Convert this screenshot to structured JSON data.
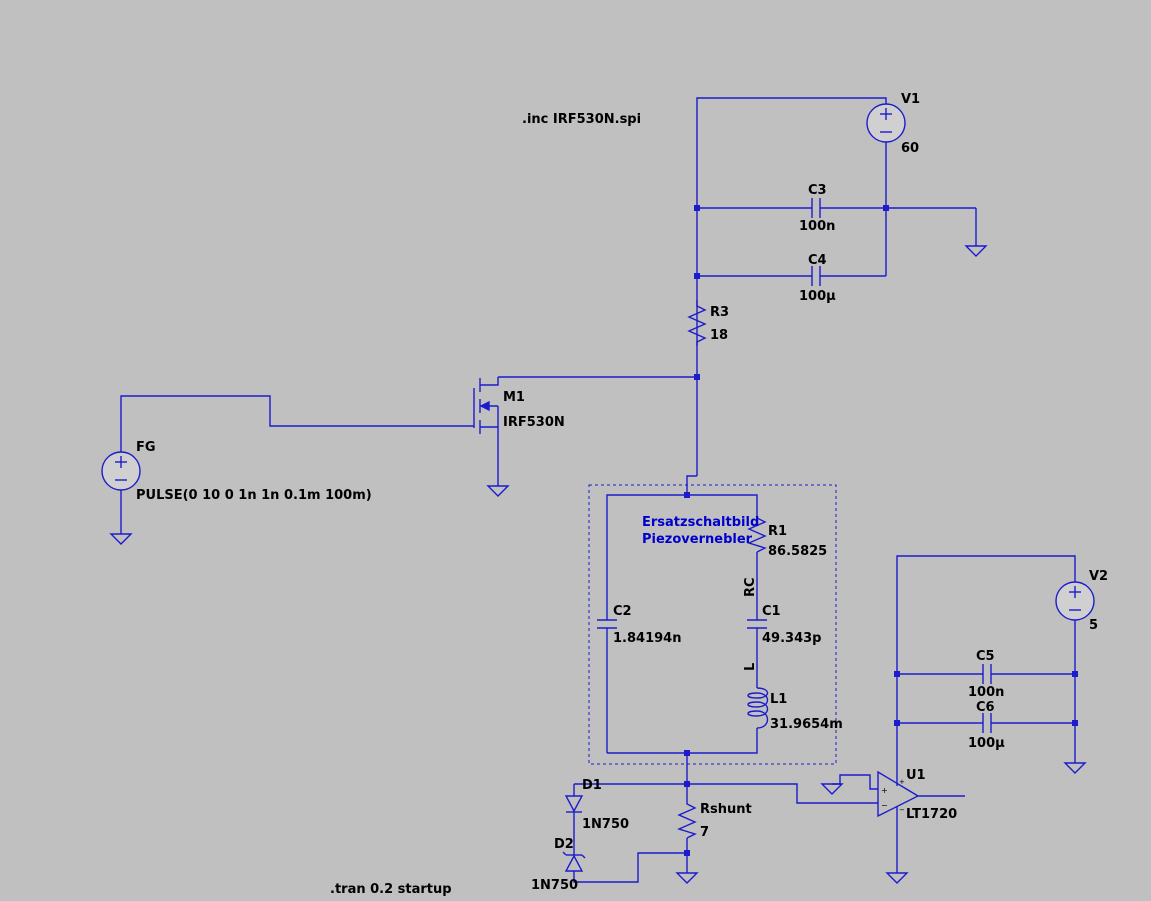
{
  "directives": {
    "include": ".inc IRF530N.spi",
    "tran": ".tran 0.2 startup"
  },
  "comment": {
    "line1": "Ersatzschaltbild",
    "line2": "Piezovernebler"
  },
  "components": {
    "V1": {
      "ref": "V1",
      "value": "60"
    },
    "C3": {
      "ref": "C3",
      "value": "100n"
    },
    "C4": {
      "ref": "C4",
      "value": "100µ"
    },
    "R3": {
      "ref": "R3",
      "value": "18"
    },
    "M1": {
      "ref": "M1",
      "value": "IRF530N"
    },
    "FG": {
      "ref": "FG",
      "value": "PULSE(0 10 0 1n 1n 0.1m 100m)"
    },
    "R1": {
      "ref": "R1",
      "value": "86.5825"
    },
    "C1": {
      "ref": "C1",
      "value": "49.343p"
    },
    "C2": {
      "ref": "C2",
      "value": "1.84194n"
    },
    "L1": {
      "ref": "L1",
      "value": "31.9654m"
    },
    "V2": {
      "ref": "V2",
      "value": "5"
    },
    "C5": {
      "ref": "C5",
      "value": "100n"
    },
    "C6": {
      "ref": "C6",
      "value": "100µ"
    },
    "U1": {
      "ref": "U1",
      "value": "LT1720"
    },
    "D1": {
      "ref": "D1",
      "value": "1N750"
    },
    "D2": {
      "ref": "D2",
      "value": "1N750"
    },
    "Rshunt": {
      "ref": "Rshunt",
      "value": "7"
    }
  },
  "net_labels": {
    "rc": "RC",
    "l": "L"
  },
  "colors": {
    "background": "#c0c0c0",
    "wire": "#1c1ccc",
    "comment": "#0000cc",
    "text": "#000000"
  }
}
